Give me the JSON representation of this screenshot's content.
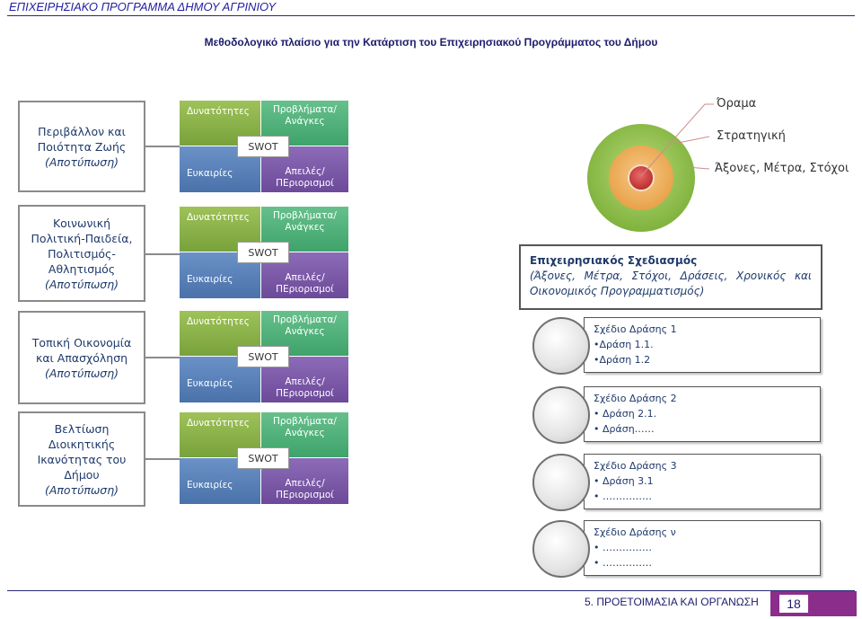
{
  "header": {
    "title": "ΕΠΙΧΕΙΡΗΣΙΑΚΟ ΠΡΟΓΡΑΜΜΑ ΔΗΜΟΥ ΑΓΡΙΝΙΟΥ"
  },
  "subtitle": "Μεθοδολογικό πλαίσιο για την Κατάρτιση του Επιχειρησιακού Προγράμματος του Δήμου",
  "areas": [
    {
      "lines": [
        "Περιβάλλον και",
        "Ποιότητα Ζωής"
      ],
      "note": "(Αποτύπωση)"
    },
    {
      "lines": [
        "Κοινωνική",
        "Πολιτική-Παιδεία,",
        "Πολιτισμός-",
        "Αθλητισμός"
      ],
      "note": "(Αποτύπωση)"
    },
    {
      "lines": [
        "Τοπική Οικονομία",
        "και Απασχόληση"
      ],
      "note": "(Αποτύπωση)"
    },
    {
      "lines": [
        "Βελτίωση",
        "Διοικητικής",
        "Ικανότητας του",
        "Δήμου"
      ],
      "note": "(Αποτύπωση)"
    }
  ],
  "swot": {
    "strengths": "Δυνατότητες",
    "weaknesses": "Προβλήματα/ Ανάγκες",
    "opportunities": "Ευκαιρίες",
    "threats": "Απειλές/ ΠΕριορισμοί",
    "center": "SWOT"
  },
  "target_labels": [
    "Όραμα",
    "Στρατηγική",
    "Άξονες, Μέτρα, Στόχοι"
  ],
  "plan": {
    "title": "Επιχειρησιακός Σχεδιασμός",
    "line1": "(Άξονες, Μέτρα, Στόχοι, Δράσεις, Χρονικός και",
    "line2": "Οικονομικός Προγραμματισμός)"
  },
  "actions": [
    {
      "title": "Σχέδιο Δράσης 1",
      "items": [
        "•Δράση 1.1.",
        "•Δράση 1.2"
      ]
    },
    {
      "title": "Σχέδιο Δράσης 2",
      "items": [
        "•  Δράση 2.1.",
        "•  Δράση……"
      ]
    },
    {
      "title": "Σχέδιο Δράσης 3",
      "items": [
        "•  Δράση 3.1",
        "•  ……………"
      ]
    },
    {
      "title": "Σχέδιο Δράσης ν",
      "items": [
        "•  ……………",
        "•  ……………"
      ]
    }
  ],
  "footer": {
    "section": "5. ΠΡΟΕΤΟΙΜΑΣΙΑ ΚΑΙ ΟΡΓΑΝΩΣΗ",
    "page": "18"
  },
  "colors": {
    "strengths": "#8cb44c",
    "weaknesses": "#4fb27a",
    "opportunities": "#5a82b8",
    "threats": "#7b58a8",
    "accent": "#8b2e8b"
  }
}
